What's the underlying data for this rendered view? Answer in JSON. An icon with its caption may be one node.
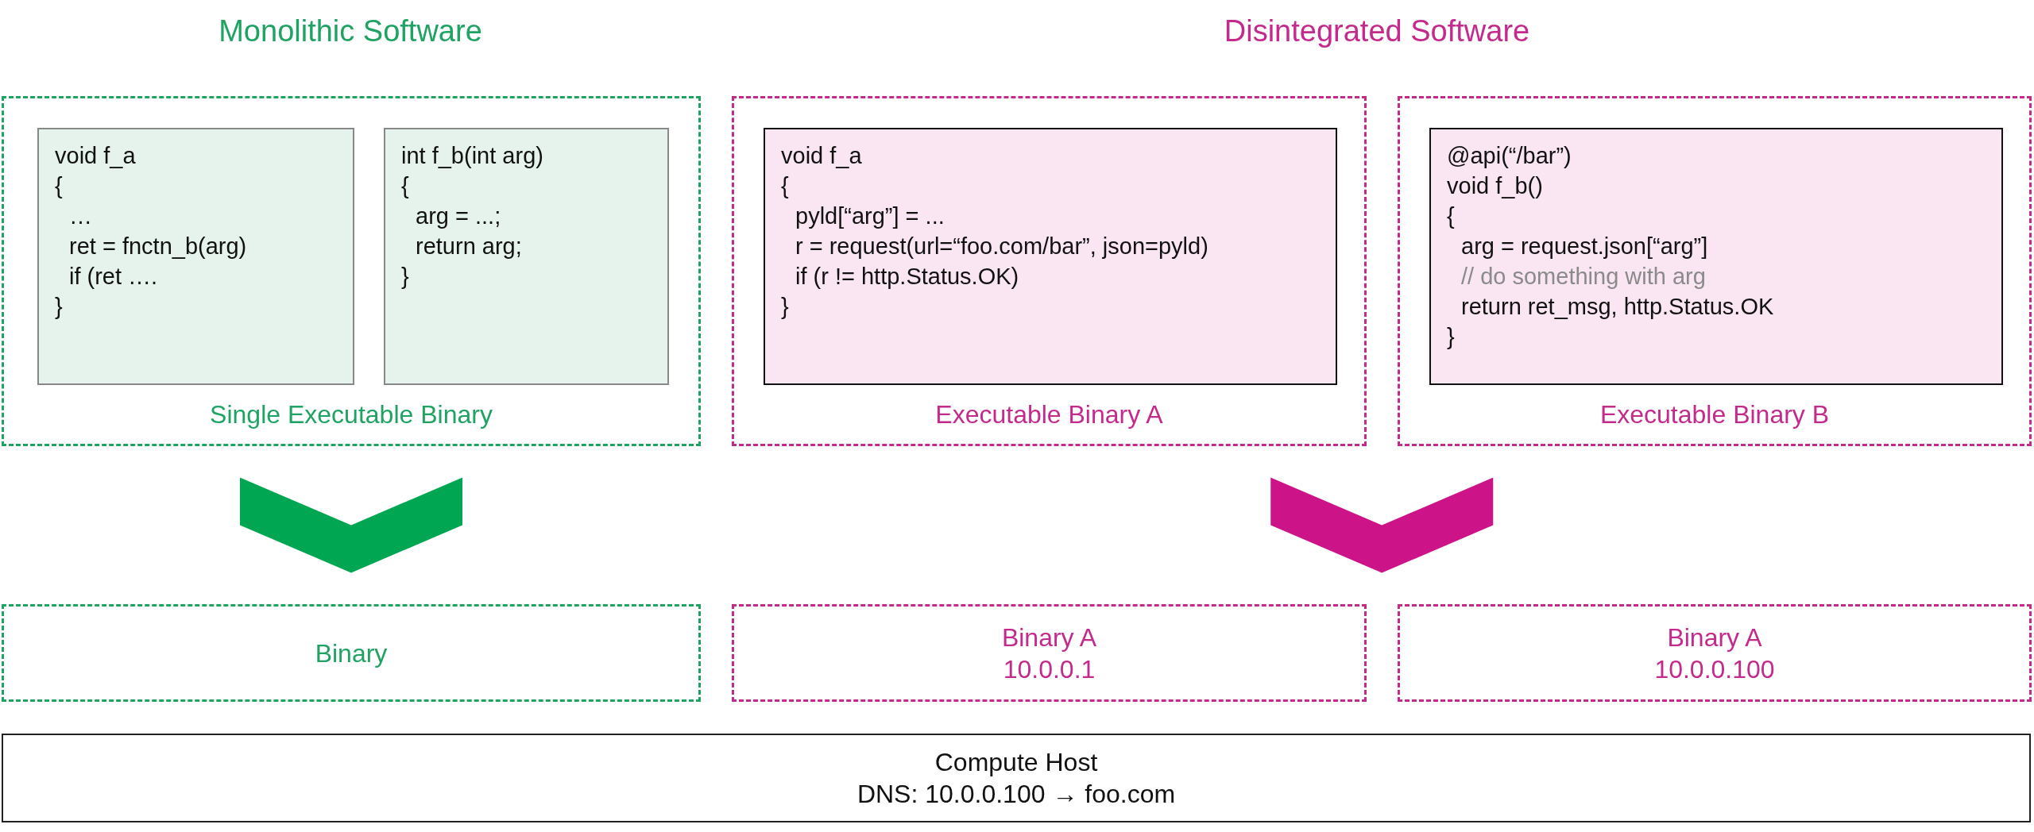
{
  "diagram": {
    "nodes": [
      {
        "text": [
          "Single Executable Binary"
        ]
      },
      {
        "text": [
          "void f_a",
          "{",
          "…",
          "ret = fnctn_b(arg)",
          "if (ret ….",
          "}"
        ],
        "in": 0
      },
      {
        "text": [
          "int f_b(int arg)",
          "{",
          "arg = ...;",
          "return arg;",
          "}"
        ],
        "in": 0
      },
      {
        "text": [
          "Executable Binary A"
        ]
      },
      {
        "text": [
          "void f_a",
          "{",
          "pyld[“arg”] = ...",
          "r = request(url=“foo.com/bar”, json=pyld)",
          "if (r != http.Status.OK)",
          "}"
        ],
        "in": 3
      },
      {
        "text": [
          "Executable Binary B"
        ]
      },
      {
        "text": [
          "@api(“/bar”)",
          "void f_b()",
          "{",
          "arg = request.json[“arg”]",
          "// do something with arg",
          "return ret_msg, http.Status.OK",
          "}"
        ],
        "in": 5
      },
      {
        "text": [
          "Binary"
        ]
      },
      {
        "text": [
          "Binary A",
          "10.0.0.1"
        ]
      },
      {
        "text": [
          "Binary A",
          "10.0.0.100"
        ]
      },
      {
        "text": [
          "Compute Host",
          "DNS: 10.0.0.100 → foo.com"
        ]
      }
    ],
    "edges": [
      {
        "from": 0,
        "to": 7,
        "arrow": "to",
        "color": "#00a651"
      },
      {
        "from": 3,
        "to": 8,
        "arrow": "to",
        "color": "#cc1488"
      },
      {
        "from": 5,
        "to": 9,
        "arrow": "to",
        "color": "#cc1488"
      }
    ],
    "labels": [
      "Monolithic Software",
      "Disintegrated Software"
    ]
  }
}
